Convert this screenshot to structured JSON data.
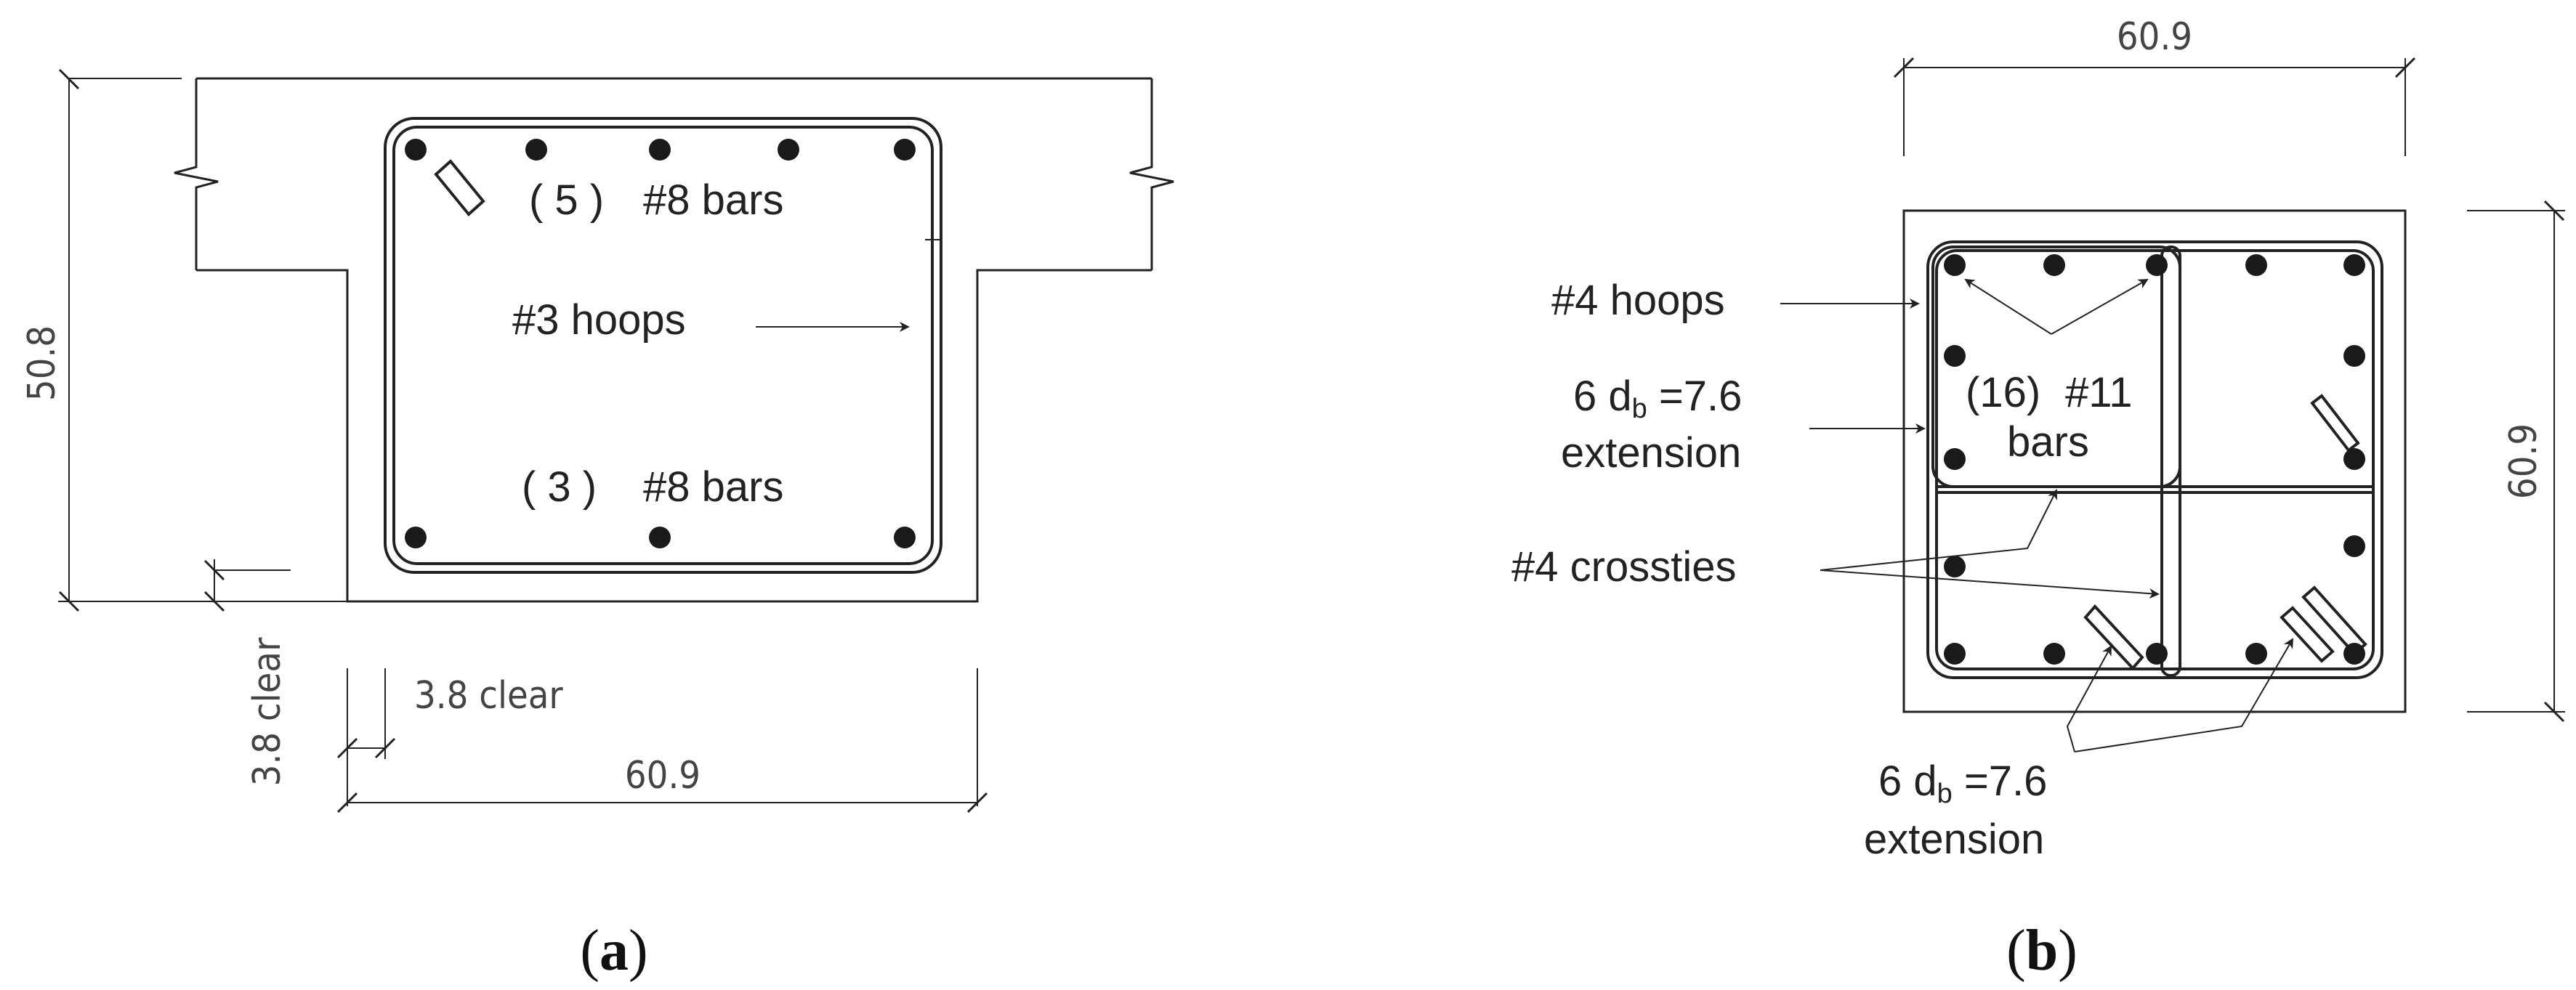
{
  "panel_a": {
    "dimensions": {
      "height": "50.8",
      "clear_vertical": "3.8 clear",
      "clear_horizontal": "3.8 clear",
      "width": "60.9"
    },
    "labels": {
      "top_bars_count": "( 5 )",
      "top_bars_size": "#8 bars",
      "hoops": "#3 hoops",
      "bottom_bars_count": "( 3 )",
      "bottom_bars_size": "#8 bars"
    },
    "caption_open": "(",
    "caption_letter": "a",
    "caption_close": ")"
  },
  "panel_b": {
    "dimensions": {
      "width": "60.9",
      "height": "60.9"
    },
    "labels": {
      "hoops": "#4 hoops",
      "extension_left_line1_prefix": "6 d",
      "extension_left_line1_sub": "b",
      "extension_left_line1_suffix": " =7.6",
      "extension_left_line2": "extension",
      "bars_count": "(16)",
      "bars_size": "#11",
      "bars_word": "bars",
      "crossties": "#4  crossties",
      "extension_bottom_line1_prefix": "6 d",
      "extension_bottom_line1_sub": "b",
      "extension_bottom_line1_suffix": " =7.6",
      "extension_bottom_line2": "extension"
    },
    "caption_open": "(",
    "caption_letter": "b",
    "caption_close": ")"
  }
}
